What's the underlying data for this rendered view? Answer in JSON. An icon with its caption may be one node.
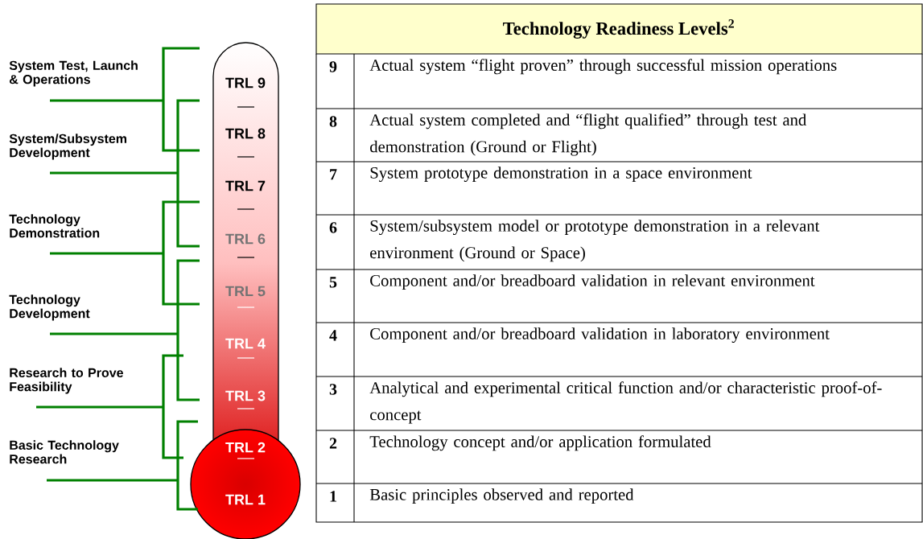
{
  "diagram": {
    "title": "Technology Readiness Levels$^{2}$",
    "labels": [
      "System Test, Launch & Operations",
      "System/Subsystem Development",
      "Technology Demonstration",
      "Technology Development",
      "Research to Prove Feasibility",
      "Basic Technology Research",
      "TRL 9",
      "TRL 8",
      "TRL 7",
      "TRL 6",
      "TRL 5",
      "TRL 4",
      "TRL 3",
      "TRL 2",
      "TRL 1",
      "9",
      "Actual system “flight proven” through successful mission operations",
      "8",
      "Actual system completed and “flight qualified” through test and demonstration (Ground or Flight)",
      "7",
      "System prototype demonstration in a space environment",
      "6",
      "System/subsystem model or prototype demonstration in a relevant environment (Ground or Space)",
      "5",
      "Component and/or breadboard validation in relevant environment",
      "4",
      "Component and/or breadboard validation in laboratory environment",
      "3",
      "Analytical and experimental critical function and/or characteristic proof-of-concept",
      "2",
      "Technology concept and/or application formulated",
      "1",
      "Basic principles observed and reported"
    ]
  }
}
